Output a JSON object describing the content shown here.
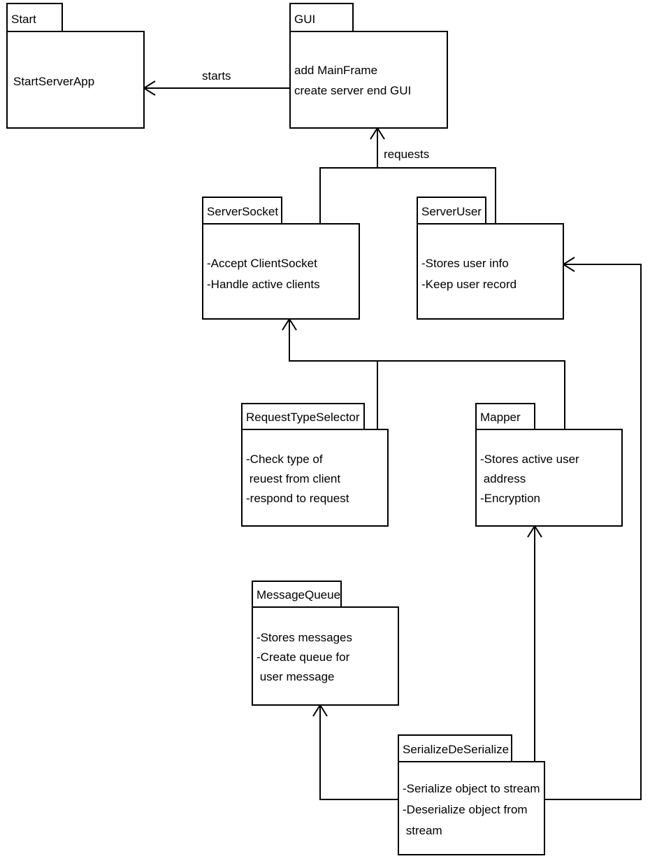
{
  "packages": [
    {
      "id": "start",
      "name": "Start",
      "lines": [
        "StartServerApp"
      ]
    },
    {
      "id": "gui",
      "name": "GUI",
      "lines": [
        "add MainFrame",
        "create server end GUI"
      ]
    },
    {
      "id": "serversocket",
      "name": "ServerSocket",
      "lines": [
        "-Accept ClientSocket",
        "-Handle active clients"
      ]
    },
    {
      "id": "serveruser",
      "name": "ServerUser",
      "lines": [
        "-Stores user info",
        "-Keep user record"
      ]
    },
    {
      "id": "requesttypeselector",
      "name": "RequestTypeSelector",
      "lines": [
        "-Check type of",
        " reuest from client",
        "-respond to request"
      ]
    },
    {
      "id": "mapper",
      "name": "Mapper",
      "lines": [
        "-Stores active user",
        " address",
        "-Encryption"
      ]
    },
    {
      "id": "messagequeue",
      "name": "MessageQueue",
      "lines": [
        "-Stores messages",
        "-Create queue for",
        " user message"
      ]
    },
    {
      "id": "serializedeserialize",
      "name": "SerializeDeSerialize",
      "lines": [
        "-Serialize object to stream",
        "-Deserialize object from",
        " stream"
      ]
    }
  ],
  "relations": [
    {
      "id": "starts",
      "label": "starts",
      "from": "gui",
      "to": "start"
    },
    {
      "id": "requests",
      "label": "requests",
      "from": [
        "serversocket",
        "serveruser"
      ],
      "to": "gui"
    },
    {
      "id": "to-serversocket",
      "label": "",
      "from": [
        "requesttypeselector",
        "mapper"
      ],
      "to": "serversocket"
    },
    {
      "id": "to-mapper",
      "label": "",
      "from": "serializedeserialize",
      "to": "mapper"
    },
    {
      "id": "to-messagequeue",
      "label": "",
      "from": "serializedeserialize",
      "to": "messagequeue"
    },
    {
      "id": "to-serveruser",
      "label": "",
      "from": "serializedeserialize",
      "to": "serveruser"
    }
  ]
}
